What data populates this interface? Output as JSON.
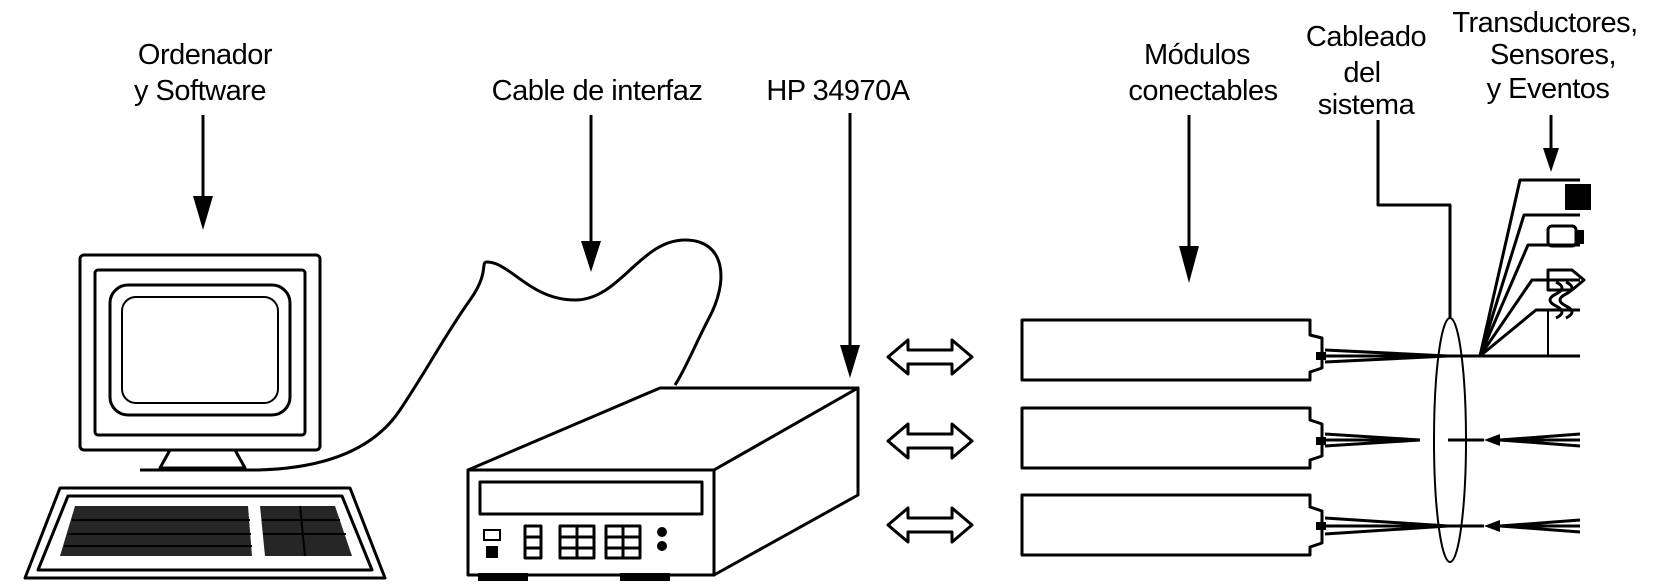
{
  "labels": {
    "computer_line1": "Ordenador",
    "computer_line2": "y Software",
    "cable": "Cable de interfaz",
    "instrument": "HP 34970A",
    "modules_line1": "Módulos",
    "modules_line2": "conectables",
    "wiring_line1": "Cableado",
    "wiring_line2": "del",
    "wiring_line3": "sistema",
    "transducers_line1": "Transductores,",
    "transducers_line2": "Sensores,",
    "transducers_line3": "y Eventos"
  }
}
